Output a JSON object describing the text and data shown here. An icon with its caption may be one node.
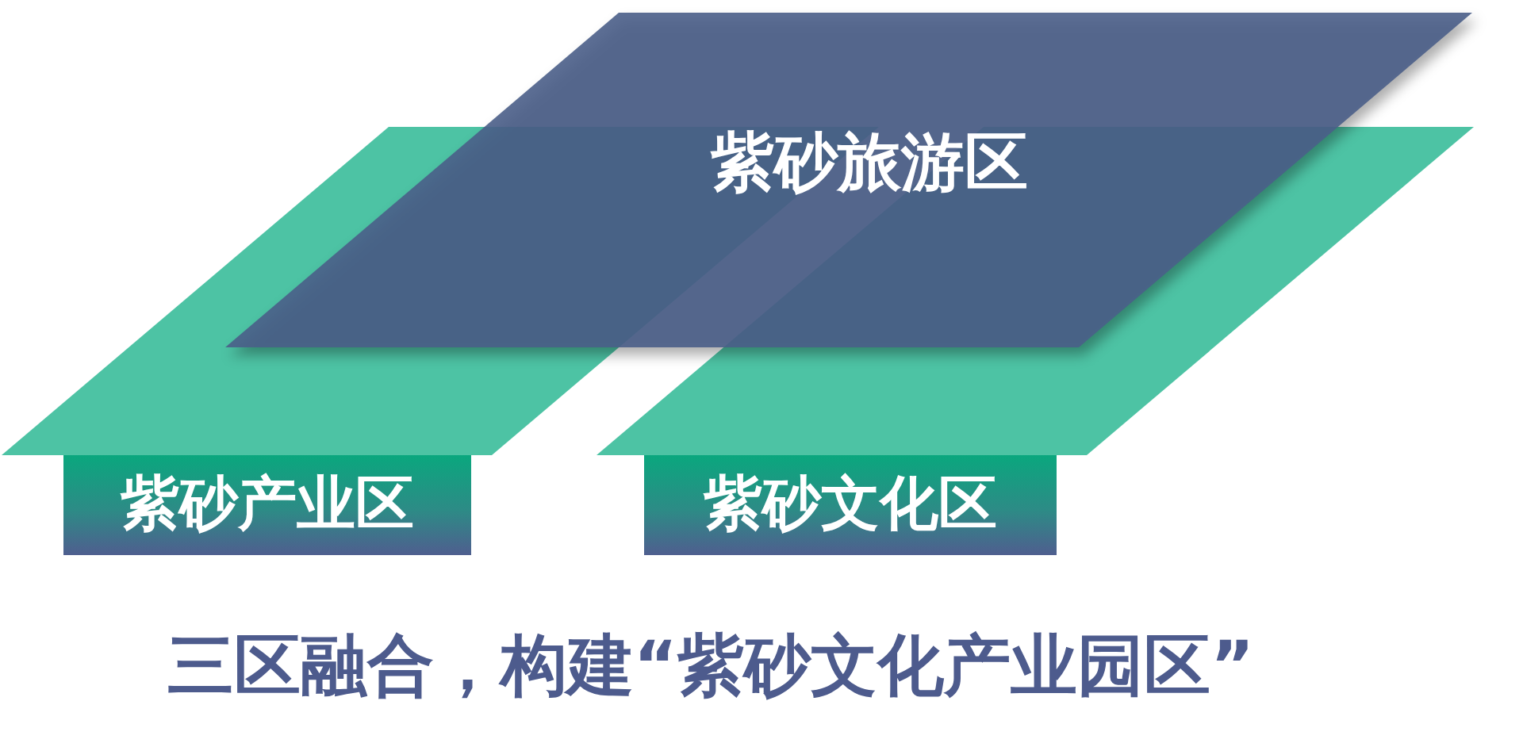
{
  "diagram": {
    "caption": "三区融合，构建“紫砂文化产业园区”",
    "nodes": [
      {
        "text": [
          "紫砂旅游区"
        ]
      },
      {
        "text": [],
        "shape": "parallelogram"
      },
      {
        "text": [],
        "shape": "parallelogram"
      },
      {
        "text": [
          "紫砂产业区"
        ]
      },
      {
        "text": [
          "紫砂文化区"
        ]
      }
    ]
  }
}
